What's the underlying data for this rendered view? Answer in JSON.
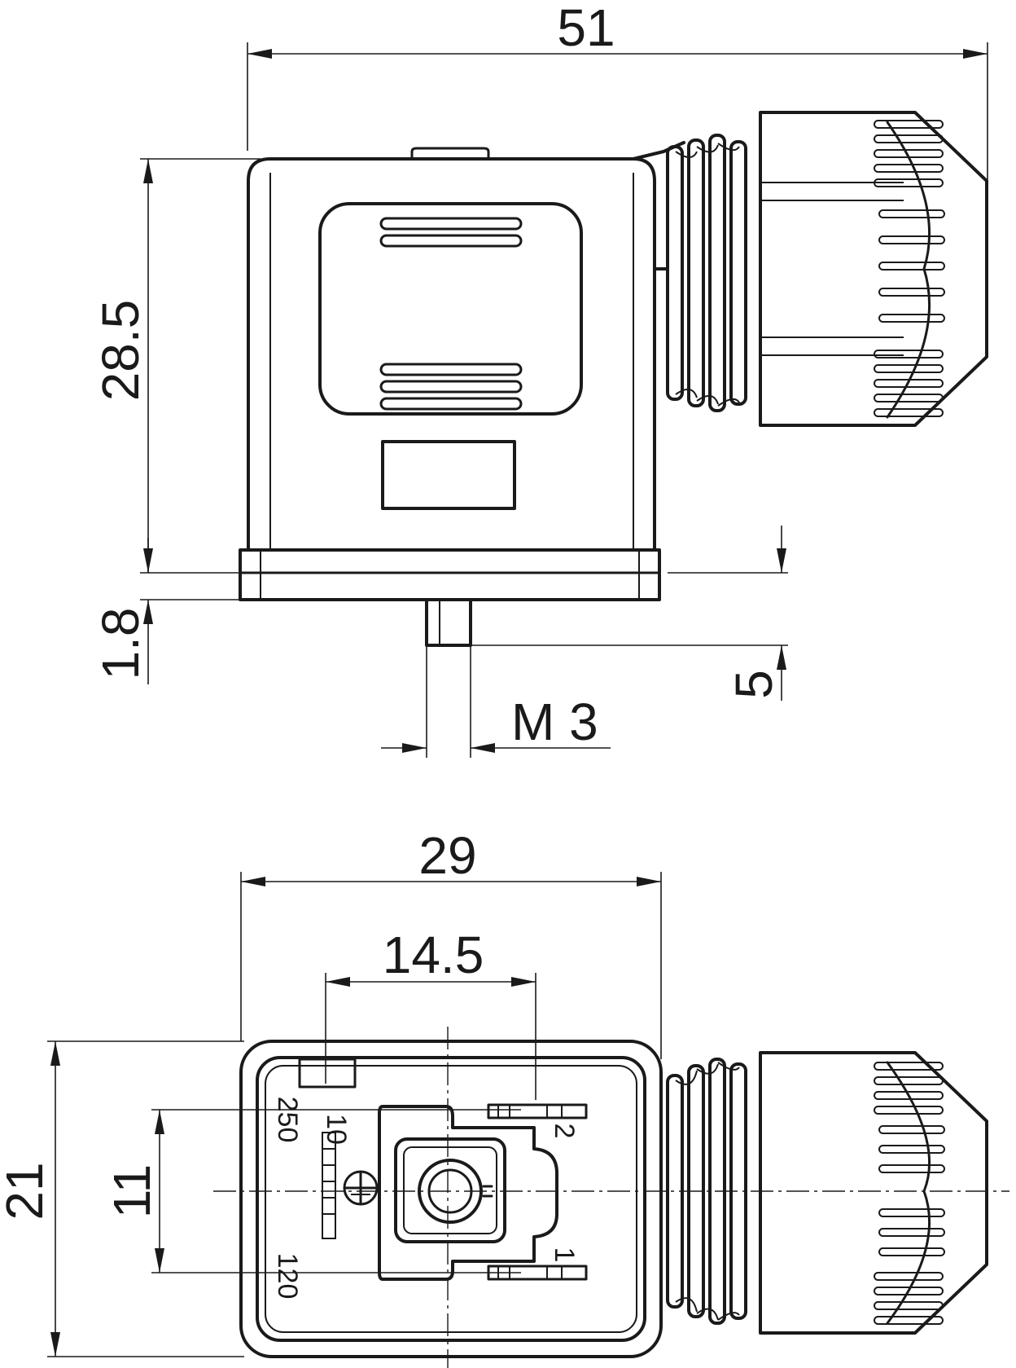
{
  "top_view": {
    "dims": {
      "overall_length": "51",
      "height": "28.5",
      "flange": "1.8",
      "screw_length": "5",
      "thread": "M 3"
    }
  },
  "bottom_view": {
    "dims": {
      "width": "29",
      "pin_spacing": "14.5",
      "height": "21",
      "pin_pitch": "11"
    },
    "markings": {
      "pin_2": "2",
      "pin_1": "1",
      "range_10": "10",
      "range_250": "250",
      "range_120": "120"
    }
  }
}
